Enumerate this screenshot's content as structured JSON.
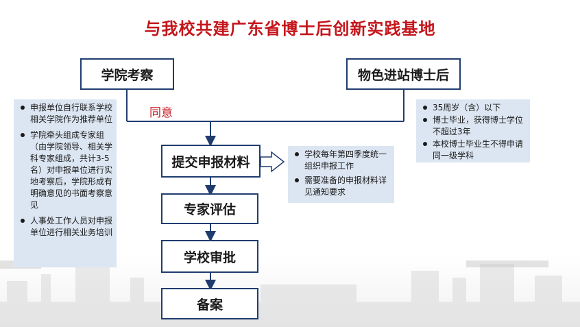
{
  "title": "与我校共建广东省博士后创新实践基地",
  "top_left_box": "学院考察",
  "top_right_box": "物色进站博士后",
  "agree_label": "同意",
  "steps": [
    "提交申报材料",
    "专家评估",
    "学校审批",
    "备案"
  ],
  "left_notes": [
    "申报单位自行联系学校相关学院作为推荐单位",
    "学院牵头组成专家组（由学院领导、相关学科专家组成，共计3-5名）对申报单位进行实地考察后，学院形成有明确意见的书面考察意见",
    "人事处工作人员对申报单位进行相关业务培训"
  ],
  "right_notes": [
    "35周岁（含）以下",
    "博士毕业，获得博士学位不超过3年",
    "本校博士毕业生不得申请同一级学科"
  ],
  "middle_notes": [
    "学校每年第四季度统一组织申报工作",
    "需要准备的申报材料详见通知要求"
  ],
  "colors": {
    "title": "#c4161c",
    "box_border": "#1f3c6e",
    "note_bg": "#dce6f2",
    "line": "#1f3c6e"
  }
}
